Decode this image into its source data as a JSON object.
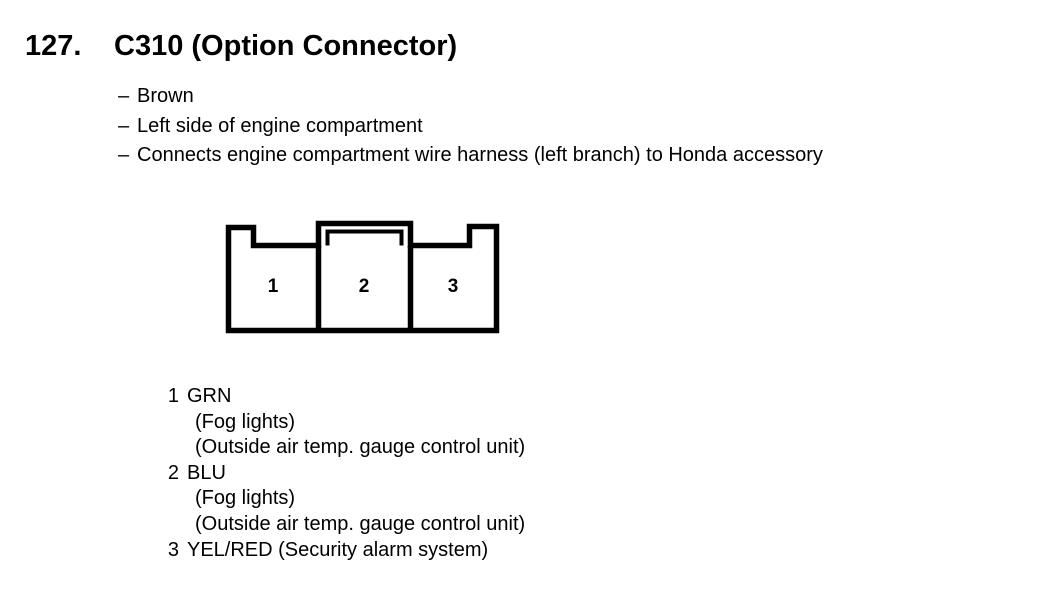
{
  "title": {
    "number": "127.",
    "name": "C310 (Option Connector)"
  },
  "description": {
    "dash": "–",
    "lines": [
      "Brown",
      "Left side of engine compartment",
      "Connects engine compartment wire harness (left branch) to Honda accessory"
    ]
  },
  "connector": {
    "cavity_labels": [
      "1",
      "2",
      "3"
    ],
    "stroke_color": "#000000",
    "fill_color": "#ffffff"
  },
  "legend": {
    "pins": [
      {
        "number": "1",
        "wire": "GRN",
        "notes": [
          "(Fog lights)",
          "(Outside air temp. gauge control unit)"
        ]
      },
      {
        "number": "2",
        "wire": "BLU",
        "notes": [
          "(Fog lights)",
          "(Outside air temp. gauge control unit)"
        ]
      },
      {
        "number": "3",
        "wire": "YEL/RED (Security alarm system)",
        "notes": []
      }
    ]
  }
}
